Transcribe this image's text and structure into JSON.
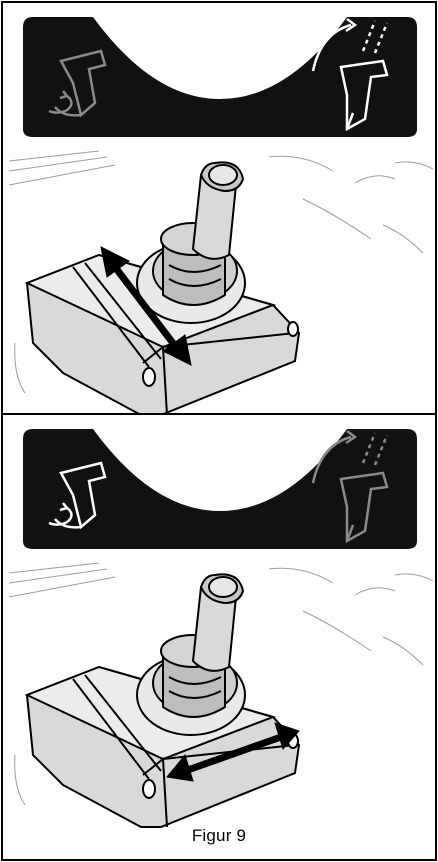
{
  "figure": {
    "caption": "Figur 9"
  },
  "panels": [
    {
      "id": "top",
      "active_icon": "tilt-icon",
      "motion": "forward-back"
    },
    {
      "id": "bottom",
      "active_icon": "rotate-icon",
      "motion": "left-right"
    }
  ],
  "colors": {
    "decal": "#111111",
    "outline": "#000000",
    "active_white": "#ffffff",
    "inactive_gray": "#8a8a8a",
    "housing_fill": "#d9d9d9",
    "sketch_gray": "#9c9c9c"
  }
}
